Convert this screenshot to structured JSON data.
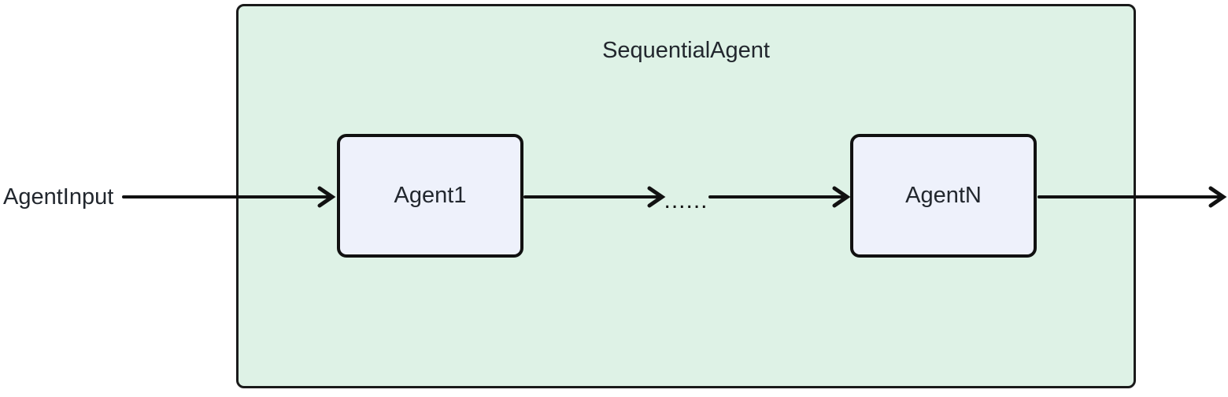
{
  "diagram": {
    "type": "flowchart-left-to-right",
    "container": {
      "label": "SequentialAgent"
    },
    "input_label": "AgentInput",
    "nodes": [
      {
        "id": "agent1",
        "label": "Agent1"
      },
      {
        "id": "agentn",
        "label": "AgentN"
      }
    ],
    "ellipsis": "......",
    "edges": [
      {
        "from": "AgentInput",
        "to": "Agent1"
      },
      {
        "from": "Agent1",
        "to": "ellipsis"
      },
      {
        "from": "ellipsis",
        "to": "AgentN"
      },
      {
        "from": "AgentN",
        "to": "output"
      }
    ],
    "colors": {
      "container_fill": "#def2e6",
      "container_stroke": "#1a1a1a",
      "node_fill": "#eef1fb",
      "node_stroke": "#111111",
      "arrow_stroke": "#111111",
      "text": "#22272e",
      "background": "#ffffff"
    }
  }
}
